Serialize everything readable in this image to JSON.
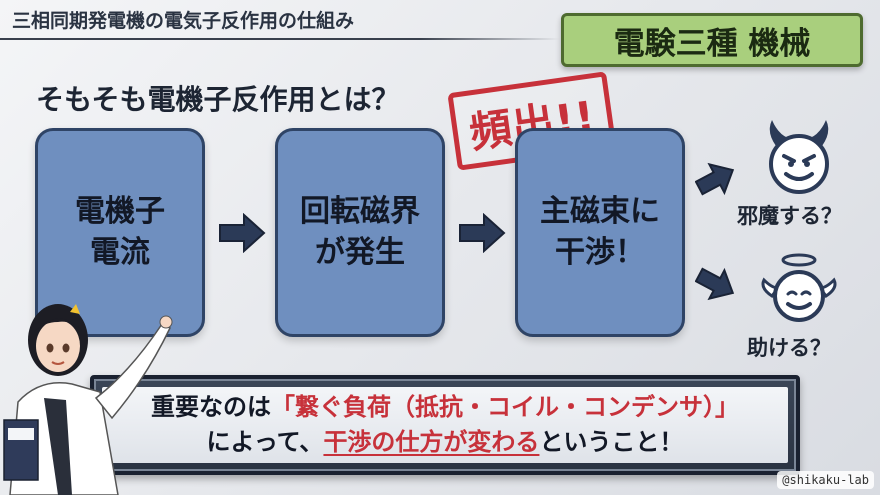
{
  "header": {
    "title": "三相同期発電機の電気子反作用の仕組み",
    "badge": "電験三種 機械"
  },
  "question": "そもそも電機子反作用とは？",
  "stamp": "頻出!!",
  "flow": {
    "box1": {
      "line1": "電機子",
      "line2": "電流"
    },
    "box2": {
      "line1": "回転磁界",
      "line2": "が発生"
    },
    "box3": {
      "line1": "主磁束に",
      "line2": "干渉！"
    }
  },
  "outcomes": {
    "devil_label": "邪魔する？",
    "angel_label": "助ける？"
  },
  "banner": {
    "line1_prefix": "重要なのは",
    "line1_highlight": "「繋ぐ負荷（抵抗・コイル・コンデンサ）」",
    "line2_prefix": "によって、",
    "line2_highlight": "干渉の仕方が変わる",
    "line2_suffix": "ということ！"
  },
  "credit": "@shikaku-lab",
  "colors": {
    "box_fill": "#6f8fbf",
    "box_border": "#2f4466",
    "badge_fill": "#a9cf7d",
    "stamp_red": "#c7313a",
    "arrow": "#2b3a57"
  },
  "icons": [
    "right-arrow-icon",
    "devil-face-icon",
    "angel-face-icon"
  ]
}
